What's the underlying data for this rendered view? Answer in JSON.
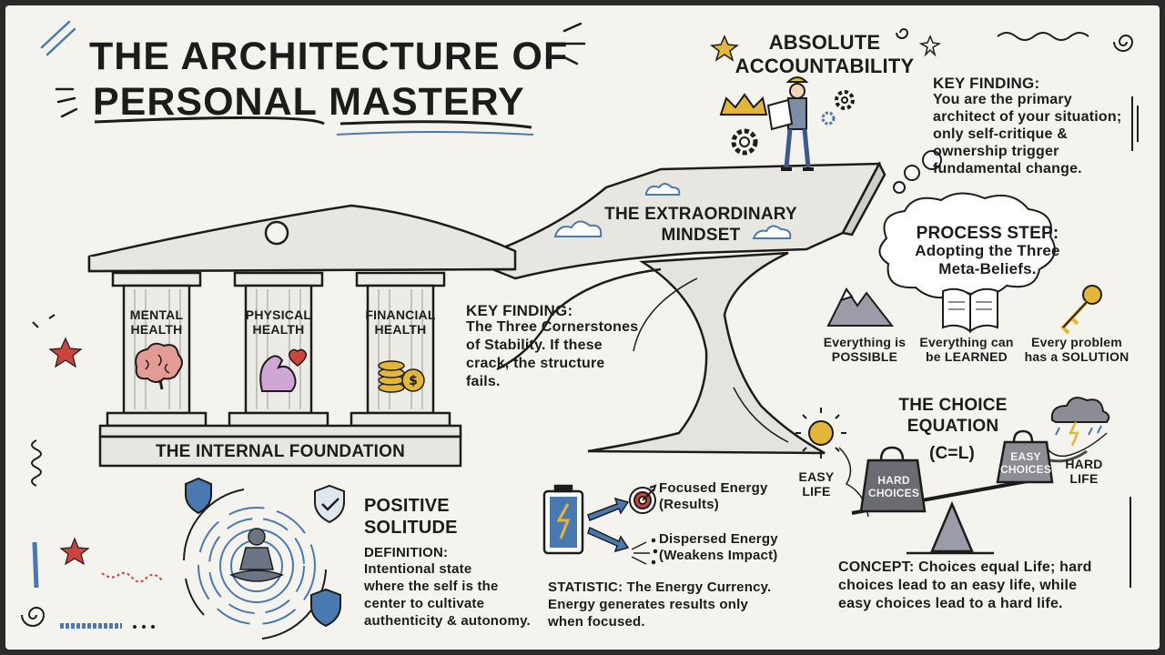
{
  "title": {
    "line1": "THE ARCHITECTURE OF",
    "line2": "PERSONAL MASTERY"
  },
  "accountability": {
    "heading_line1": "ABSOLUTE",
    "heading_line2": "ACCOUNTABILITY",
    "finding_label": "KEY FINDING:",
    "finding_text": "You are the primary\narchitect of your situation;\nonly self-critique &\nownership trigger\nfundamental change."
  },
  "mindset": {
    "label": "THE EXTRAORDINARY\nMINDSET"
  },
  "process": {
    "label": "PROCESS STEP:",
    "text": "Adopting the Three\nMeta-Beliefs.",
    "beliefs": [
      {
        "text": "Everything is\nPOSSIBLE",
        "icon": "mountain-icon"
      },
      {
        "text": "Everything can\nbe LEARNED",
        "icon": "book-icon"
      },
      {
        "text": "Every problem\nhas a SOLUTION",
        "icon": "key-icon"
      }
    ]
  },
  "pillars": [
    {
      "label": "MENTAL\nHEALTH",
      "icon": "brain-icon"
    },
    {
      "label": "PHYSICAL\nHEALTH",
      "icon": "flexed-arm-icon"
    },
    {
      "label": "FINANCIAL\nHEALTH",
      "icon": "coins-icon"
    }
  ],
  "foundation": {
    "label": "THE INTERNAL FOUNDATION"
  },
  "cornerstones": {
    "label": "KEY FINDING:",
    "text": "The Three Cornerstones\nof Stability. If these\ncrack, the structure\nfails."
  },
  "choice": {
    "heading": "THE CHOICE\nEQUATION",
    "formula": "(C=L)",
    "easy_life": "EASY\nLIFE",
    "hard_life": "HARD\nLIFE",
    "hard_choices": "HARD\nCHOICES",
    "easy_choices": "EASY\nCHOICES",
    "concept": "CONCEPT: Choices equal Life; hard\nchoices lead to an easy life, while\neasy choices lead to a hard life."
  },
  "solitude": {
    "heading": "POSITIVE\nSOLITUDE",
    "definition_label": "DEFINITION:",
    "definition_text": "Intentional state\nwhere the self is the\ncenter to cultivate\nauthenticity & autonomy."
  },
  "energy": {
    "focused": "Focused Energy\n(Results)",
    "dispersed": "Dispersed Energy\n(Weakens Impact)",
    "statistic": "STATISTIC: The Energy Currency.\nEnergy generates results only\nwhen focused."
  },
  "colors": {
    "ink": "#1c1c1c",
    "accent_blue": "#4a78b0",
    "star_red": "#c9453d",
    "gold": "#e3b63a",
    "paper": "#f4f3ee"
  }
}
